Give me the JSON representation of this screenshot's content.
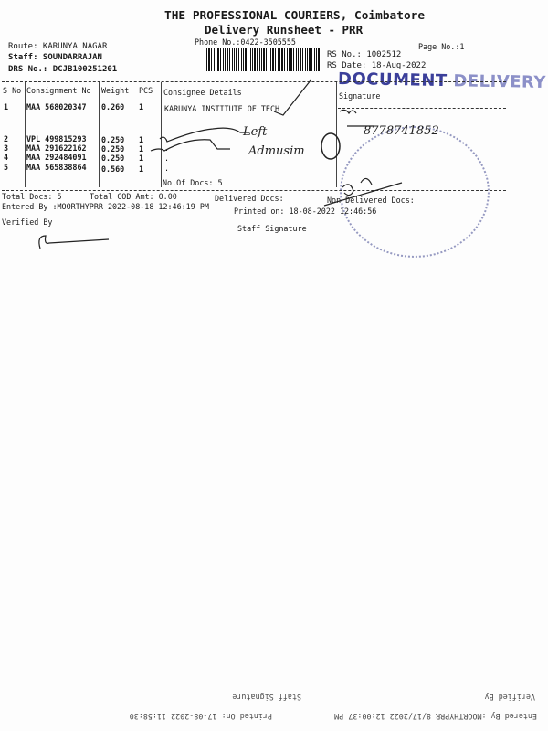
{
  "header": {
    "company": "THE PROFESSIONAL COURIERS, Coimbatore",
    "subtitle": "Delivery Runsheet - PRR",
    "phone": "Phone No.:0422-3505555",
    "page_no": "Page No.:1",
    "route": "Route: KARUNYA NAGAR",
    "staff": "Staff: SOUNDARRAJAN",
    "drs_no": "DRS No.: DCJB100251201",
    "rs_no": "RS No.: 1002512",
    "rs_date": "RS Date: 18-Aug-2022"
  },
  "stamp": {
    "text1": "DOCUMENT",
    "text2": "DELIVERY"
  },
  "table": {
    "columns": [
      "S No",
      "Consignment No",
      "Weight",
      "PCS",
      "Consignee Details",
      "Signature"
    ],
    "rows": [
      {
        "sno": "1",
        "consignment": "MAA 568020347",
        "weight": "0.260",
        "pcs": "1",
        "consignee": "KARUNYA INSTITUTE OF TECH"
      },
      {
        "sno": "2",
        "consignment": "VPL 499815293",
        "weight": "0.250",
        "pcs": "1",
        "consignee": "."
      },
      {
        "sno": "3",
        "consignment": "MAA 291622162",
        "weight": "0.250",
        "pcs": "1",
        "consignee": "."
      },
      {
        "sno": "4",
        "consignment": "MAA 292484091",
        "weight": "0.250",
        "pcs": "1",
        "consignee": "."
      },
      {
        "sno": "5",
        "consignment": "MAA 565838864",
        "weight": "0.560",
        "pcs": "1",
        "consignee": "."
      }
    ],
    "no_of_docs": "No.Of Docs: 5"
  },
  "handwriting": {
    "left": "Left",
    "admission": "Admusim",
    "phone": "8778741852"
  },
  "footer": {
    "total_docs": "Total Docs:   5",
    "total_cod": "Total COD Amt:    0.00",
    "delivered": "Delivered Docs:",
    "non_delivered": "Non Delivered Docs:",
    "entered_by": "Entered By :MOORTHYPRR 2022-08-18 12:46:19 PM",
    "printed_on": "Printed on: 18-08-2022 12:46:56",
    "verified_by": "Verified By",
    "staff_signature": "Staff Signature"
  },
  "bleed_through": {
    "verified_by": "Verified By",
    "staff_signature": "Staff Signature",
    "entered_by": "Entered By :MOORTHYPRR 8/17/2022 12:00:37 PM",
    "printed_on": "Printed On: 17-08-2022 11:58:30"
  }
}
